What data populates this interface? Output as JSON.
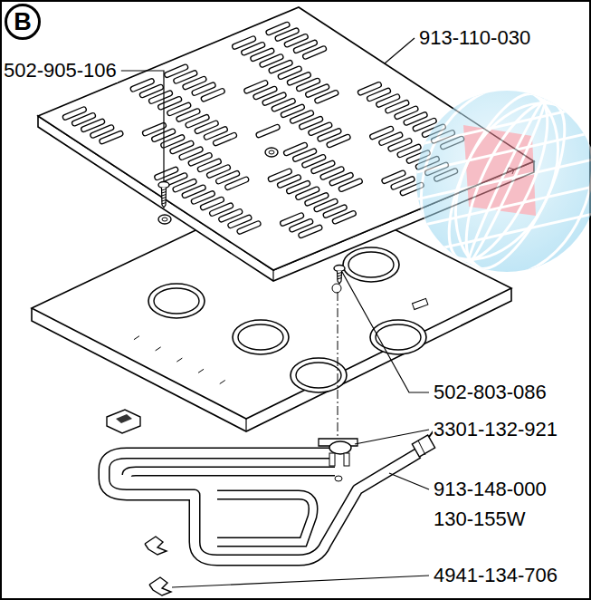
{
  "diagram": {
    "nodes": [
      {
        "text": [
          "B"
        ]
      }
    ],
    "labels": [
      "913-110-030",
      "502-905-106",
      "502-803-086",
      "3301-132-921",
      "913-148-000",
      "130-155W",
      "4941-134-706"
    ]
  }
}
